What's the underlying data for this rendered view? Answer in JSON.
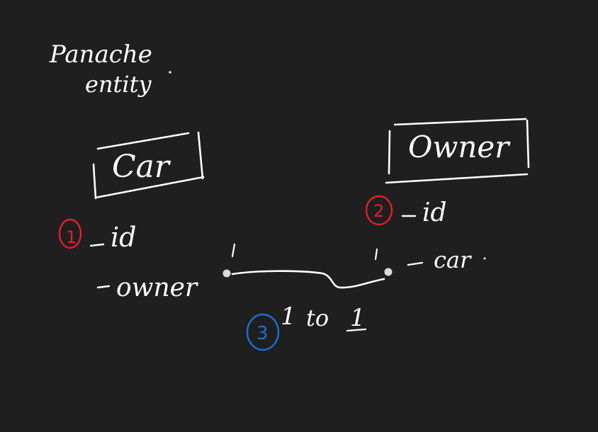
{
  "note": {
    "line1": "Panache",
    "line2": "entity"
  },
  "entities": [
    {
      "name": "Car",
      "fields": [
        "id",
        "owner"
      ]
    },
    {
      "name": "Owner",
      "fields": [
        "id",
        "car"
      ]
    }
  ],
  "markers": [
    {
      "label": "1",
      "color": "#e0202c"
    },
    {
      "label": "2",
      "color": "#e0202c"
    },
    {
      "label": "3",
      "color": "#1a6fd6"
    }
  ],
  "relation": {
    "left": "1",
    "connector": "to",
    "right": "1"
  },
  "colors": {
    "background": "#1f1f1f",
    "ink": "#ffffff",
    "red_marker": "#e0202c",
    "blue_marker": "#1a6fd6",
    "dot": "#d9d9d9"
  }
}
